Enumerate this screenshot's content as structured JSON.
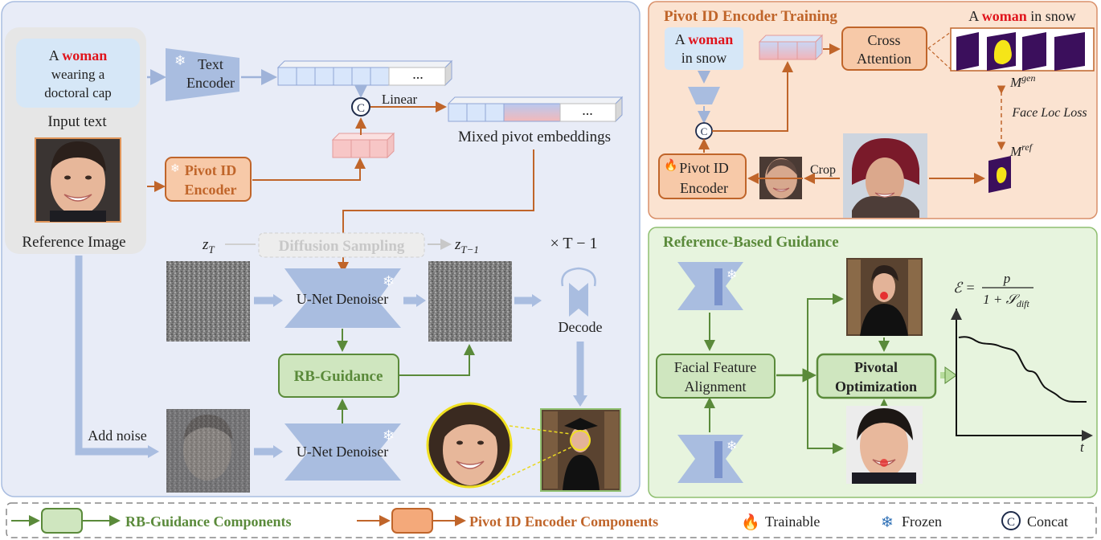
{
  "colors": {
    "main_panel_bg": "#e8ecf7",
    "training_panel_bg": "#fbe3d1",
    "guidance_panel_bg": "#e7f4de",
    "green": "#5a8a3a",
    "orange": "#c0652a",
    "blue_shape": "#a9bde0",
    "red_word": "#e0141c"
  },
  "main": {
    "prompt_prefix": "A ",
    "prompt_highlight": "woman",
    "prompt_line2": "wearing a",
    "prompt_line3": "doctoral cap",
    "input_text_label": "Input text",
    "reference_image_label": "Reference Image",
    "text_encoder_line1": "Text",
    "text_encoder_line2": "Encoder",
    "pivot_id_line1": "Pivot ID",
    "pivot_id_line2": "Encoder",
    "concat_symbol": "C",
    "linear_label": "Linear",
    "ellipsis": "...",
    "mixed_embeddings_label": "Mixed pivot embeddings",
    "z_t_label": "z",
    "z_t_sub": "T",
    "diffusion_sampling_label": "Diffusion Sampling",
    "z_t1_label": "z",
    "z_t1_sub": "T−1",
    "repeat_label": "× T − 1",
    "unet_top_label": "U-Net Denoiser",
    "unet_bottom_label": "U-Net Denoiser",
    "decode_label": "Decode",
    "rb_guidance_label": "RB-Guidance",
    "add_noise_label": "Add noise"
  },
  "training": {
    "title": "Pivot ID Encoder Training",
    "prompt_prefix": "A ",
    "prompt_highlight": "woman",
    "prompt_line2": "in snow",
    "cross_attention_line1": "Cross",
    "cross_attention_line2": "Attention",
    "caption_prefix": "A ",
    "caption_highlight": "woman",
    "caption_suffix": " in snow",
    "m_gen": "M",
    "m_gen_sup": "gen",
    "m_ref": "M",
    "m_ref_sup": "ref",
    "face_loc_loss": "Face Loc Loss",
    "crop_label": "Crop",
    "pivot_id_line1": "Pivot ID",
    "pivot_id_line2": "Encoder",
    "concat_symbol": "C"
  },
  "guidance": {
    "title": "Reference-Based Guidance",
    "facial_feature_line1": "Facial Feature",
    "facial_feature_line2": "Alignment",
    "pivotal_line1": "Pivotal",
    "pivotal_line2": "Optimization",
    "formula_lhs": "ℰ =",
    "formula_num": "p",
    "formula_den": "1 + 𝒮",
    "formula_den_sub": "dift",
    "axis_t": "t"
  },
  "legend": {
    "rb_components": "RB-Guidance Components",
    "pivot_components": "Pivot ID Encoder Components",
    "trainable": "Trainable",
    "frozen": "Frozen",
    "concat": "Concat",
    "concat_symbol": "C"
  }
}
